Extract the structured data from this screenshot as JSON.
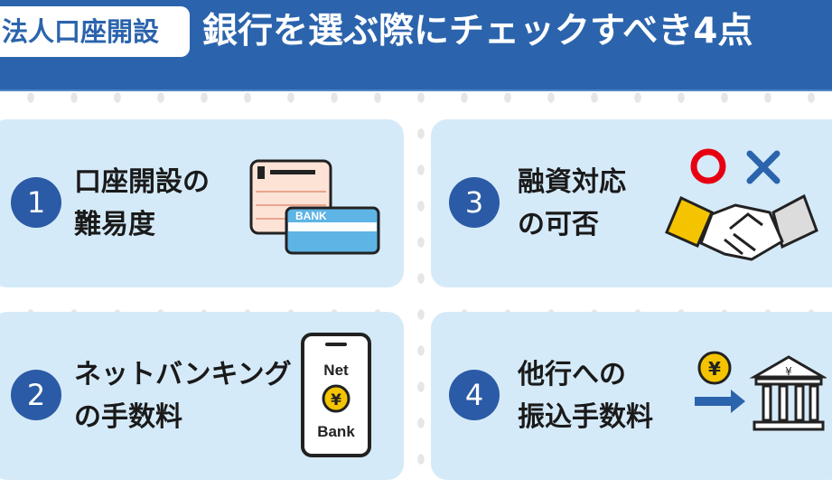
{
  "header": {
    "badge": "法人口座開設",
    "title": "銀行を選ぶ際にチェックすべき4点"
  },
  "points": [
    {
      "number": "1",
      "line1": "口座開設の",
      "line2": "難易度",
      "icon": "bank-card-icon",
      "card_text": "BANK"
    },
    {
      "number": "2",
      "line1": "ネットバンキング",
      "line2": "の手数料",
      "icon": "smartphone-net-bank-icon",
      "top_text": "Net",
      "bottom_text": "Bank",
      "yen": "¥"
    },
    {
      "number": "3",
      "line1": "融資対応",
      "line2": "の可否",
      "icon": "handshake-icon"
    },
    {
      "number": "4",
      "line1": "他行への",
      "line2": "振込手数料",
      "icon": "bank-transfer-icon",
      "yen": "¥"
    }
  ],
  "colors": {
    "primary": "#2b64ad",
    "card": "#d5eaf8",
    "yellow": "#f5c400",
    "red": "#e60012"
  }
}
